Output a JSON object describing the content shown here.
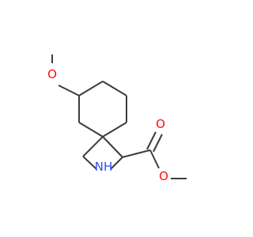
{
  "molecule": {
    "bond_color": "#3c3c3c",
    "oxygen_color": "#ff0d0d",
    "nitrogen_color": "#3050f8",
    "atoms": {
      "ether_oxygen": "O",
      "carbonyl_oxygen": "O",
      "ester_oxygen": "O",
      "ring_nitrogen": "NH"
    }
  }
}
